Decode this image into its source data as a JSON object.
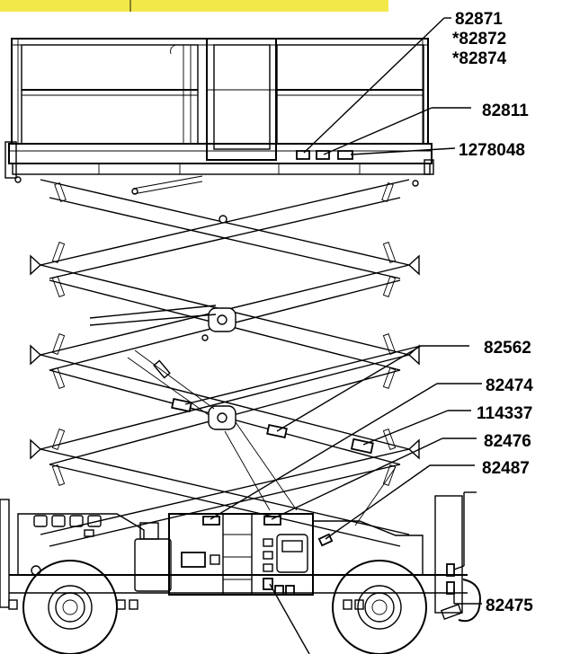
{
  "colors": {
    "header_band": "#f3e84a",
    "line": "#000000",
    "background": "#ffffff"
  },
  "labels": {
    "p1": "82871",
    "p2": "*82872",
    "p3": "*82874",
    "p4": "82811",
    "p5": "1278048",
    "p6": "82562",
    "p7": "82474",
    "p8": "114337",
    "p9": "82476",
    "p10": "82487",
    "p11": "82475"
  }
}
